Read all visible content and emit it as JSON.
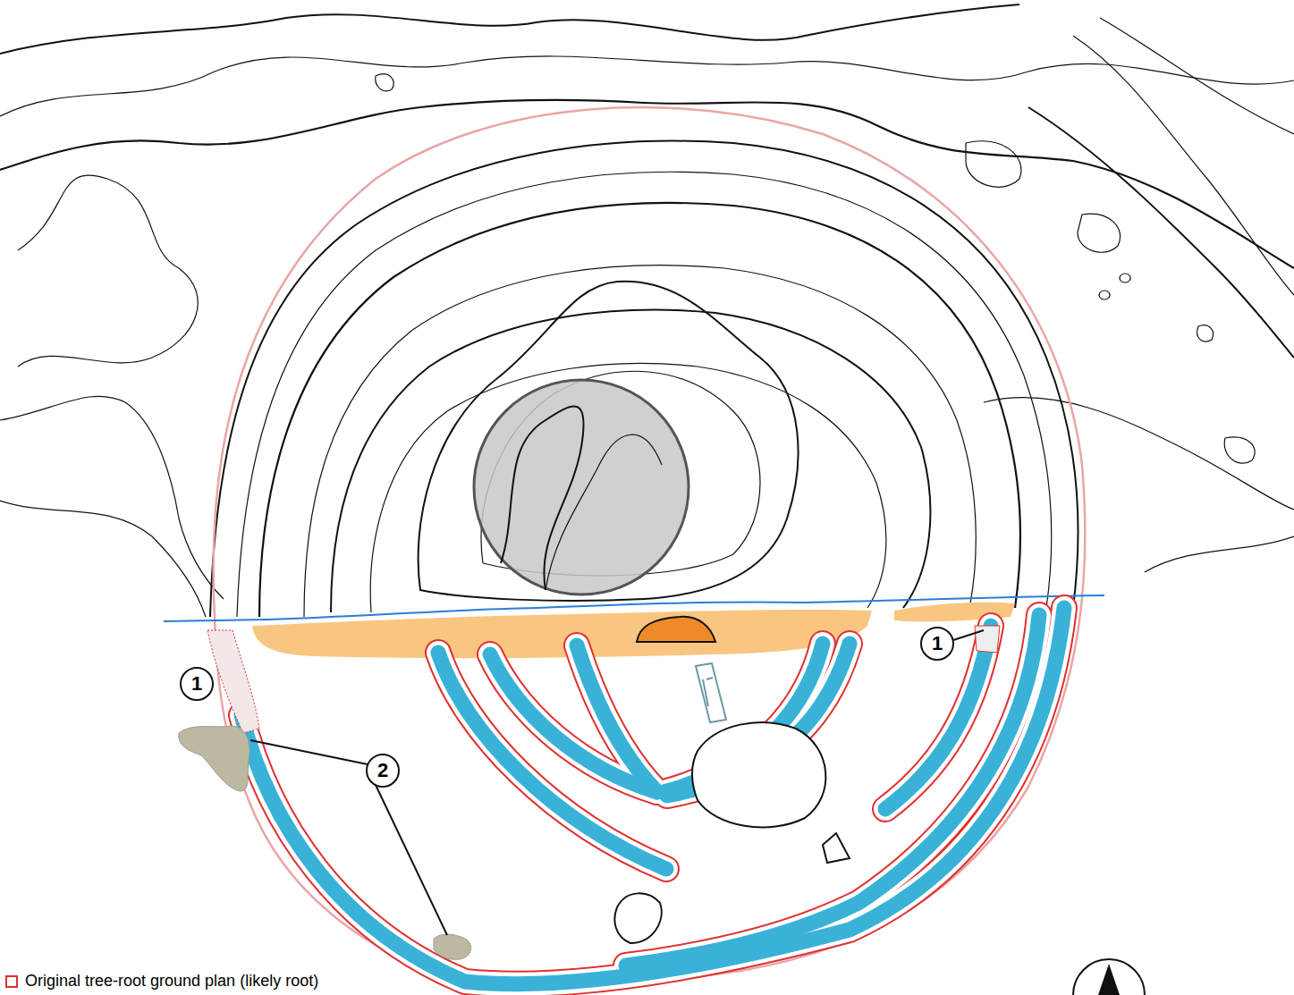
{
  "diagram": {
    "labels": [
      "1",
      "1",
      "2"
    ],
    "legend": [
      {
        "text": "Original tree-root ground plan (likely root)"
      }
    ]
  }
}
